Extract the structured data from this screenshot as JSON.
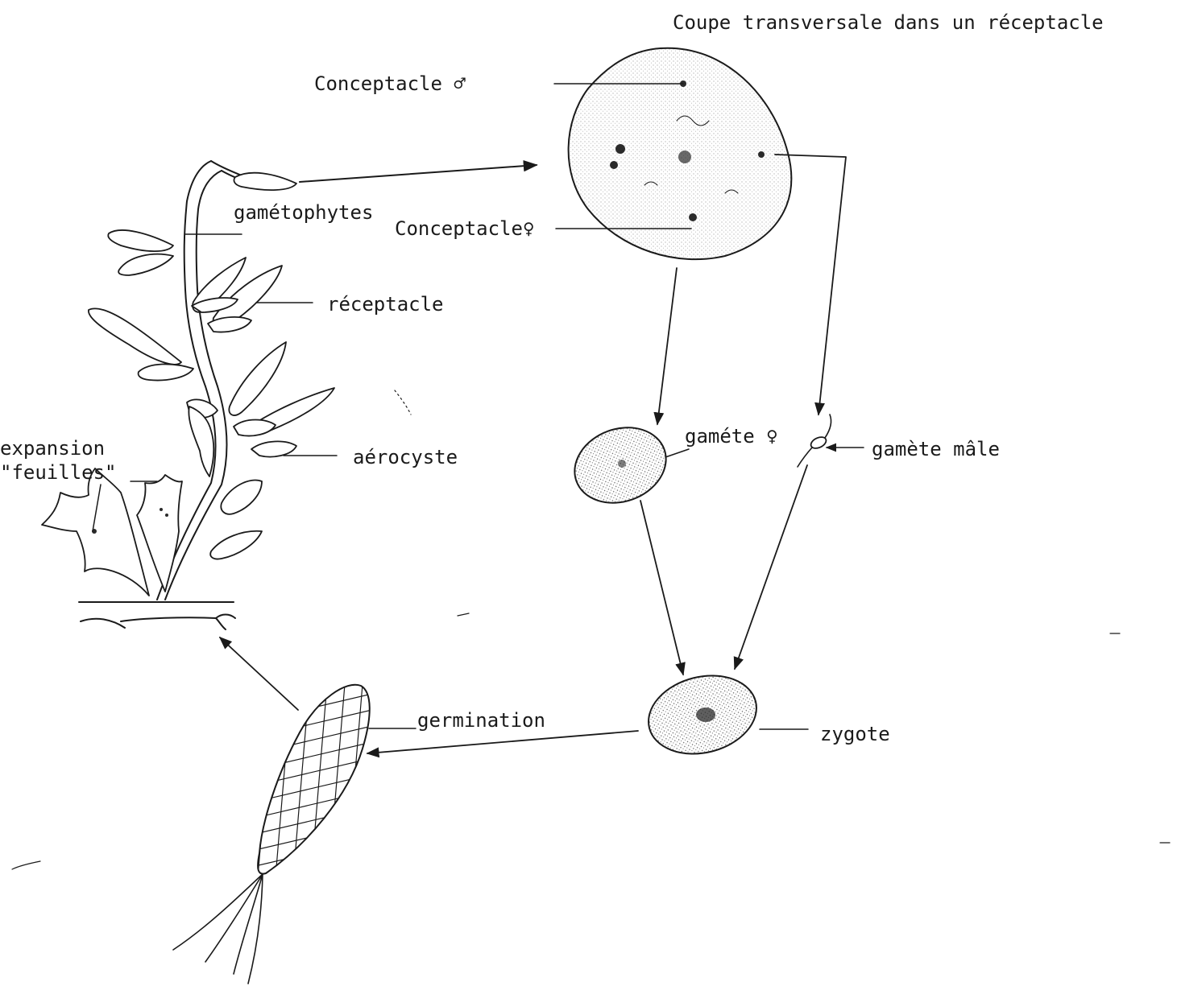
{
  "title": "Coupe transversale dans un réceptacle",
  "labels": {
    "conceptacle_male": "Conceptacle ♂",
    "conceptacle_female": "Conceptacle♀",
    "gametophytes": "gamétophytes",
    "receptacle": "réceptacle",
    "expansion_line1": "expansion",
    "expansion_line2": "\"feuilles\"",
    "aerocyste": "aérocyste",
    "gamete_female": "gaméte ♀",
    "gamete_male": "gamète mâle",
    "germination": "germination",
    "zygote": "zygote"
  },
  "colors": {
    "ink": "#1a1a1a",
    "paper": "#ffffff"
  }
}
